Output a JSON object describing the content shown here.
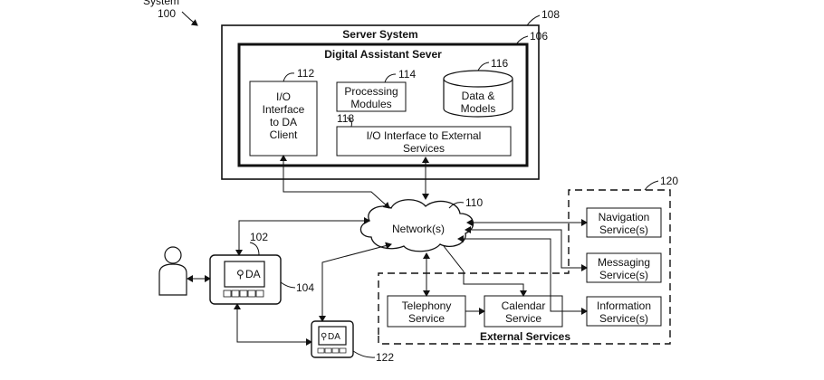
{
  "system_label": {
    "line1": "System",
    "line2": "100"
  },
  "server_system": {
    "title": "Server System",
    "ref": "108"
  },
  "da_server": {
    "title": "Digital Assistant Sever",
    "ref": "106"
  },
  "io_client": {
    "lines": [
      "I/O",
      "Interface",
      "to DA",
      "Client"
    ],
    "ref": "112"
  },
  "processing": {
    "lines": [
      "Processing",
      "Modules"
    ],
    "ref": "114"
  },
  "data_models": {
    "lines": [
      "Data &",
      "Models"
    ],
    "ref": "116"
  },
  "io_external": {
    "lines": [
      "I/O Interface to External",
      "Services"
    ],
    "ref": "118"
  },
  "network": {
    "label": "Network(s)",
    "ref": "110"
  },
  "external_group": {
    "title": "External Services",
    "ref": "120"
  },
  "navigation": {
    "lines": [
      "Navigation",
      "Service(s)"
    ]
  },
  "messaging": {
    "lines": [
      "Messaging",
      "Service(s)"
    ]
  },
  "information": {
    "lines": [
      "Information",
      "Service(s)"
    ]
  },
  "telephony": {
    "lines": [
      "Telephony",
      "Service"
    ]
  },
  "calendar": {
    "lines": [
      "Calendar",
      "Service"
    ]
  },
  "device_104": {
    "screen_label": "DA",
    "refs": [
      "102",
      "104"
    ]
  },
  "device_122": {
    "screen_label": "DA",
    "ref": "122"
  }
}
